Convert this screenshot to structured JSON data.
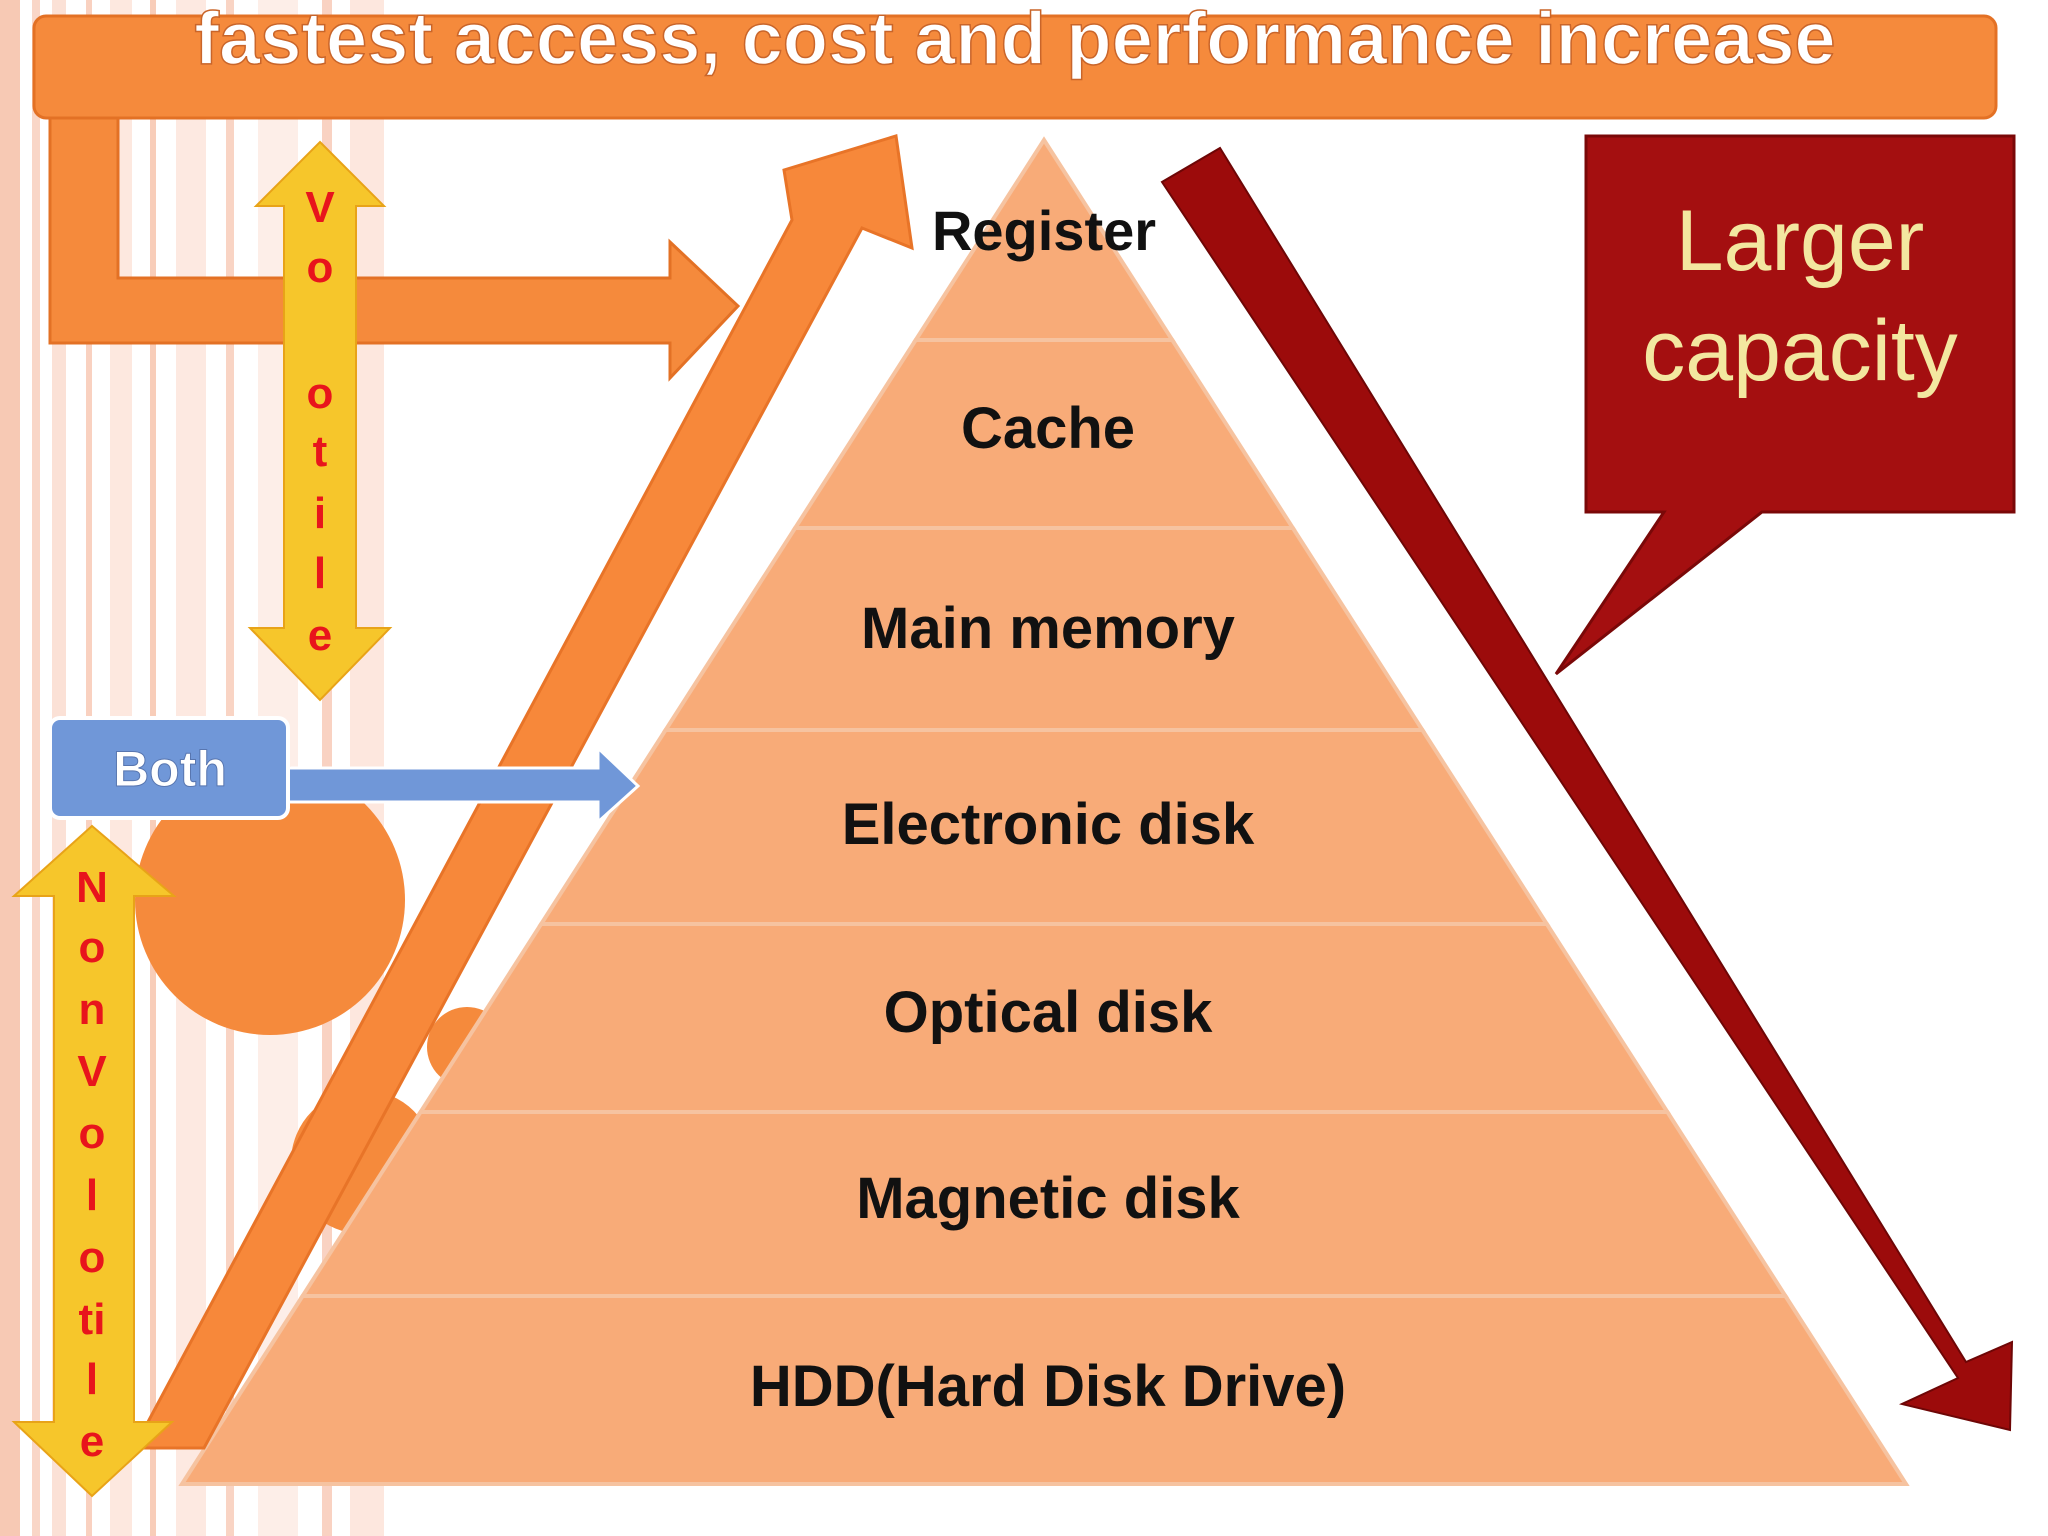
{
  "banner": {
    "text": "fastest access, cost and performance increase"
  },
  "pyramid": {
    "levels": [
      "Register",
      "Cache",
      "Main memory",
      "Electronic disk",
      "Optical disk",
      "Magnetic disk",
      "HDD(Hard Disk Drive)"
    ]
  },
  "callout": {
    "line1": "Larger",
    "line2": "capacity"
  },
  "both_box": {
    "label": "Both"
  },
  "volatile_letters": [
    "V",
    "o",
    "o",
    "t",
    "i",
    "l",
    "e"
  ],
  "nonvolatile_letters": [
    "N",
    "o",
    "n",
    "V",
    "o",
    "l",
    "o",
    "ti",
    "l",
    "e"
  ],
  "colors": {
    "banner_fill": "#f58a3c",
    "pyramid_fill": "#f8ab78",
    "callout_fill": "#a40f10",
    "callout_text": "#f3e7a0",
    "down_arrow": "#9c0b0b",
    "up_arrow": "#f7883a",
    "yellow_arrow": "#f6c62b",
    "vertical_letters": "#e8141c",
    "both_fill": "#7097d8"
  }
}
